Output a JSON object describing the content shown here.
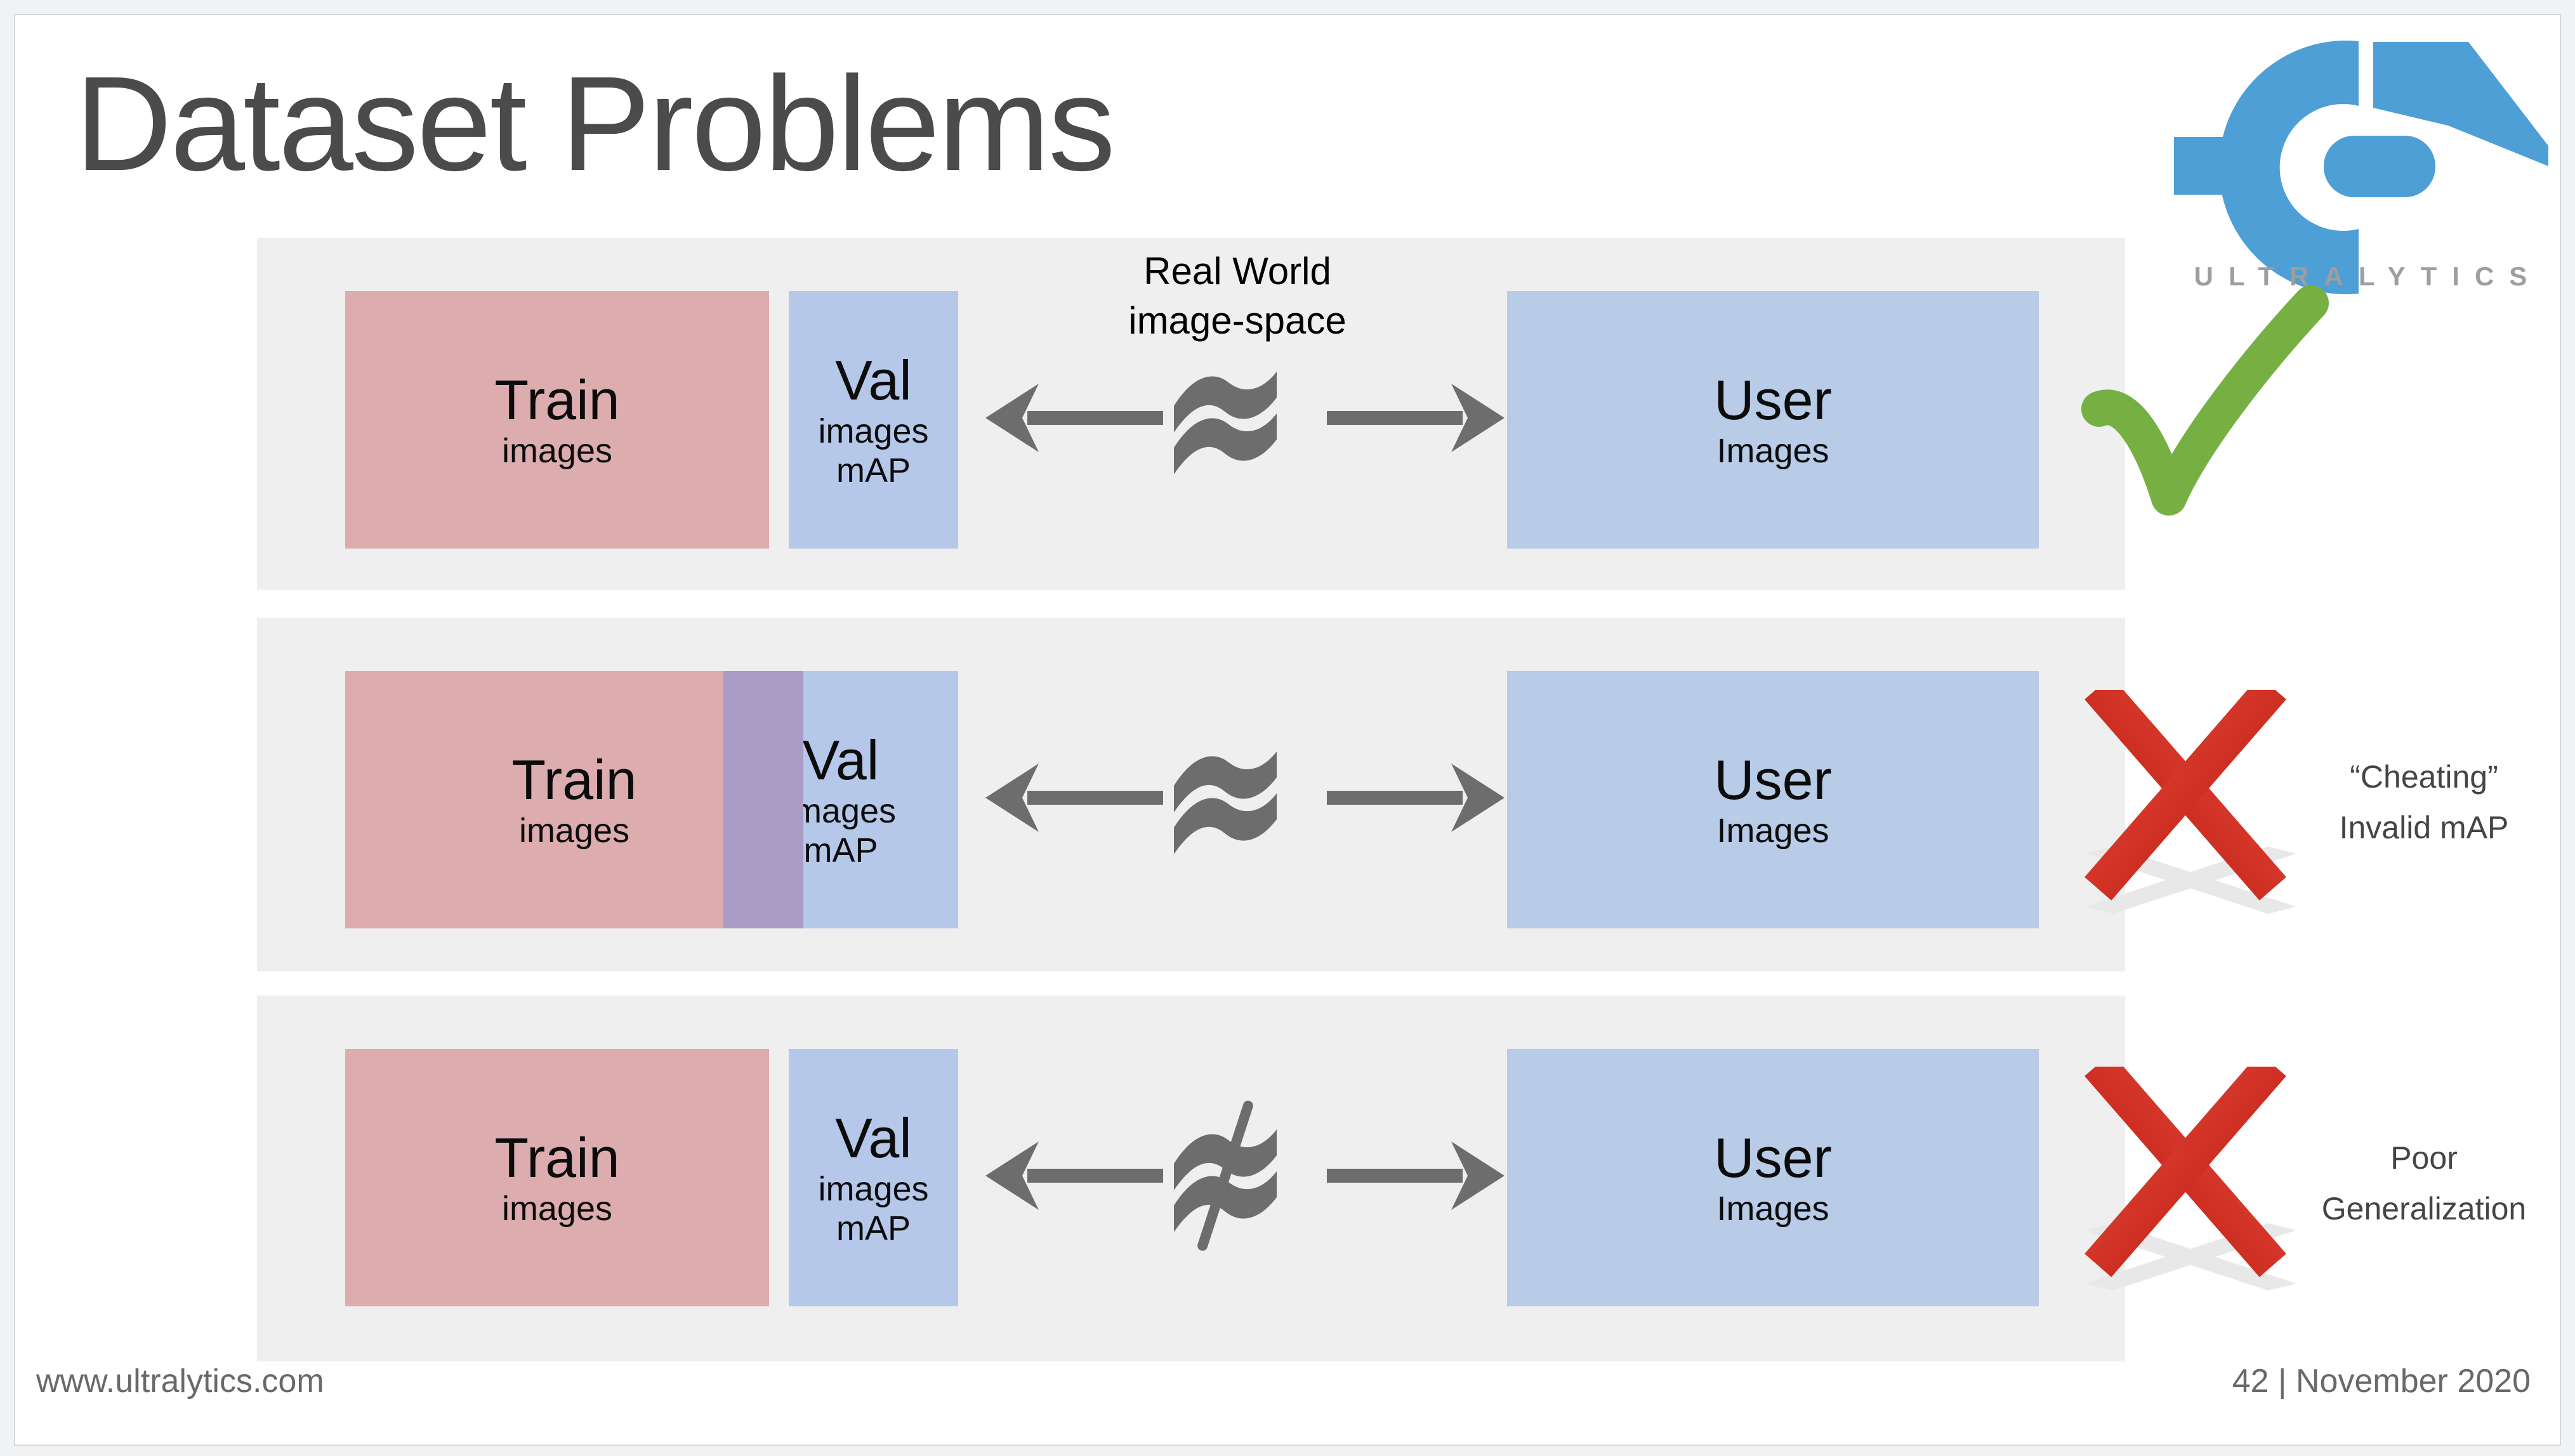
{
  "header": {
    "title": "Dataset Problems"
  },
  "brand": {
    "name": "ULTRALYTICS"
  },
  "real_world_label": [
    "Real World",
    "image-space"
  ],
  "rows": [
    {
      "name": "val-matches-real-world",
      "train": {
        "label": "Train",
        "sub": "images"
      },
      "val": {
        "label": "Val",
        "sub1": "images",
        "sub2": "mAP"
      },
      "user": {
        "label": "User",
        "sub": "Images"
      },
      "relation": "approximately-equal",
      "verdict": "pass"
    },
    {
      "name": "train-val-overlap",
      "train": {
        "label": "Train",
        "sub": "images"
      },
      "val": {
        "label": "Val",
        "sub1": "images",
        "sub2": "mAP"
      },
      "user": {
        "label": "User",
        "sub": "Images"
      },
      "relation": "approximately-equal",
      "verdict": "fail",
      "note": [
        "“Cheating”",
        "Invalid mAP"
      ]
    },
    {
      "name": "val-differs-from-real-world",
      "train": {
        "label": "Train",
        "sub": "images"
      },
      "val": {
        "label": "Val",
        "sub1": "images",
        "sub2": "mAP"
      },
      "user": {
        "label": "User",
        "sub": "Images"
      },
      "relation": "not-approximately-equal",
      "verdict": "fail",
      "note": [
        "Poor",
        "Generalization"
      ]
    }
  ],
  "footer": {
    "website": "www.ultralytics.com",
    "page_number_date": "42 | November 2020"
  },
  "colors": {
    "train_box": "#dcacae",
    "val_box": "#b6c8ea",
    "overlap": "#aa9cc4",
    "user_box": "#b8cbe7",
    "band": "#efefef",
    "logo_blue": "#4d9fd6",
    "pass_green": "#76b043",
    "fail_red": "#d7261a",
    "symbol_gray": "#6d6d6d"
  }
}
